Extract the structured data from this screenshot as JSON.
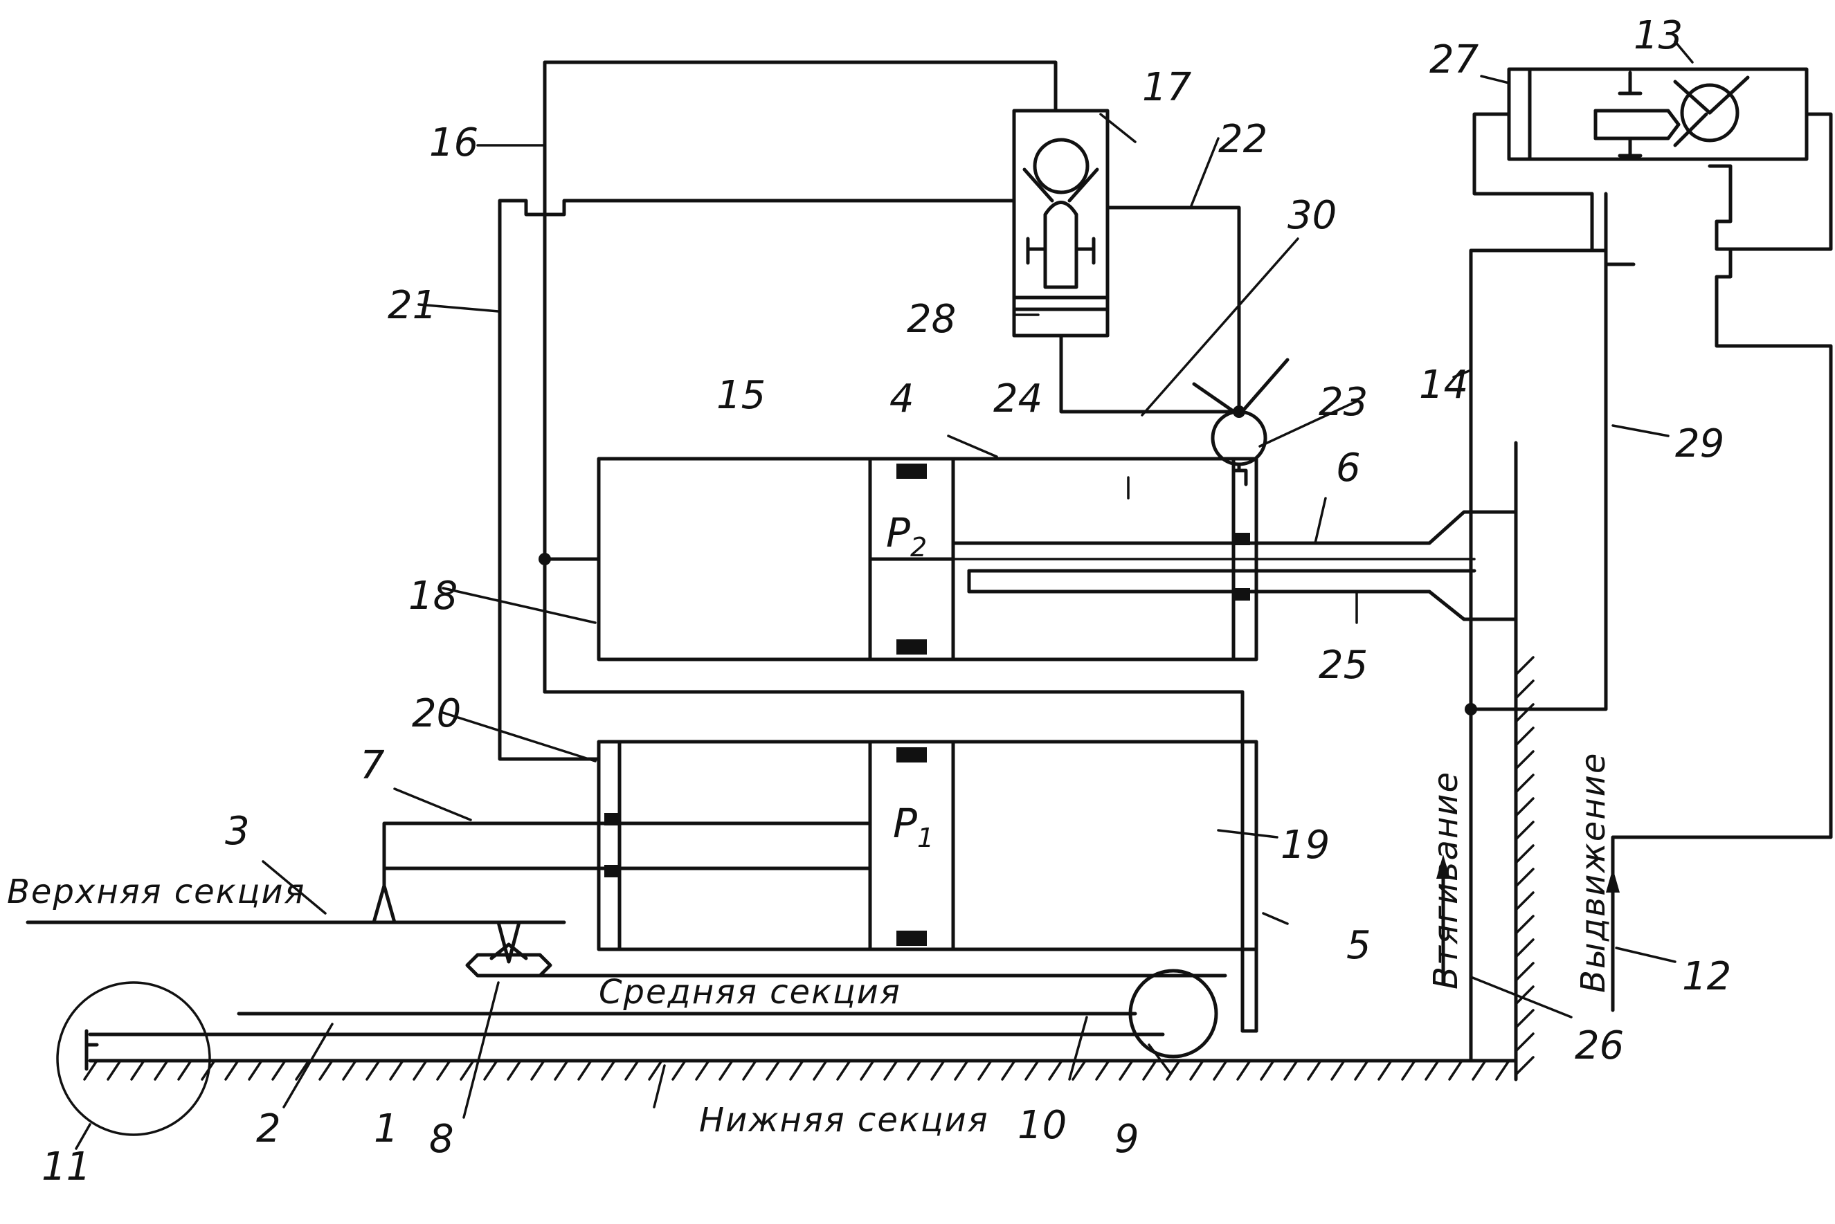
{
  "diagram": {
    "section_upper": "Верхняя секция",
    "section_middle": "Средняя секция",
    "section_lower": "Нижняя секция",
    "retraction": "Втягивание",
    "extension": "Выдвижение",
    "pressure_p1": "P",
    "pressure_p1_sub": "1",
    "pressure_p2": "P",
    "pressure_p2_sub": "2",
    "labels": {
      "n1": "1",
      "n2": "2",
      "n3": "3",
      "n4": "4",
      "n5": "5",
      "n6": "6",
      "n7": "7",
      "n8": "8",
      "n9": "9",
      "n10": "10",
      "n11": "11",
      "n12": "12",
      "n13": "13",
      "n14": "14",
      "n15": "15",
      "n16": "16",
      "n17": "17",
      "n18": "18",
      "n19": "19",
      "n20": "20",
      "n21": "21",
      "n22": "22",
      "n23": "23",
      "n24": "24",
      "n25": "25",
      "n26": "26",
      "n27": "27",
      "n28": "28",
      "n29": "29",
      "n30": "30"
    }
  }
}
